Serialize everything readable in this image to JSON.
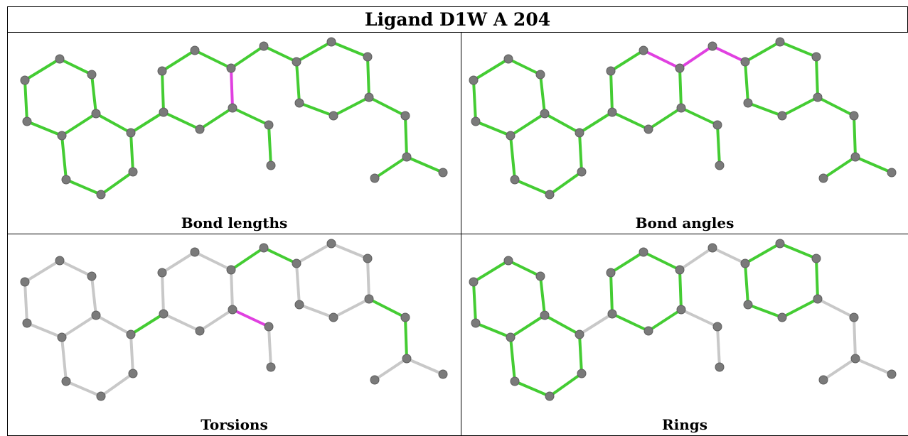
{
  "title": "Ligand D1W A 204",
  "panels": [
    {
      "caption": "Bond lengths"
    },
    {
      "caption": "Bond angles"
    },
    {
      "caption": "Torsions"
    },
    {
      "caption": "Rings"
    }
  ],
  "colors": {
    "ok": "#44cc33",
    "outlier": "#e040e0",
    "neutral": "#c8c8c8",
    "atom": "#7a7a7a"
  }
}
